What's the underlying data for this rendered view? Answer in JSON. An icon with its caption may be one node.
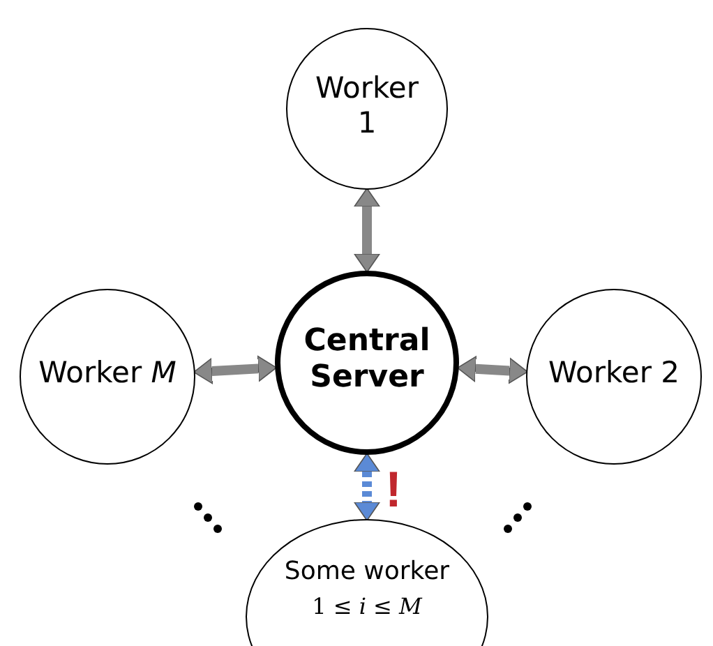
{
  "diagram": {
    "nodes": [
      {
        "text": [
          "Worker 1"
        ]
      },
      {
        "text": [
          "Worker *M*"
        ]
      },
      {
        "text": [
          "Central Server"
        ]
      },
      {
        "text": [
          "Worker 2"
        ]
      },
      {
        "text": [
          "Some worker",
          "1 ≤ *i* ≤ *M*"
        ]
      }
    ],
    "edges": [
      {
        "from": 2,
        "to": 0,
        "arrow": "both"
      },
      {
        "from": 1,
        "to": 2,
        "arrow": "both"
      },
      {
        "from": 2,
        "to": 3,
        "arrow": "both"
      },
      {
        "from": 2,
        "to": 4,
        "arrow": "both",
        "style": "dashed",
        "color": "#5b8ad6"
      }
    ],
    "labels": [
      "!"
    ]
  }
}
